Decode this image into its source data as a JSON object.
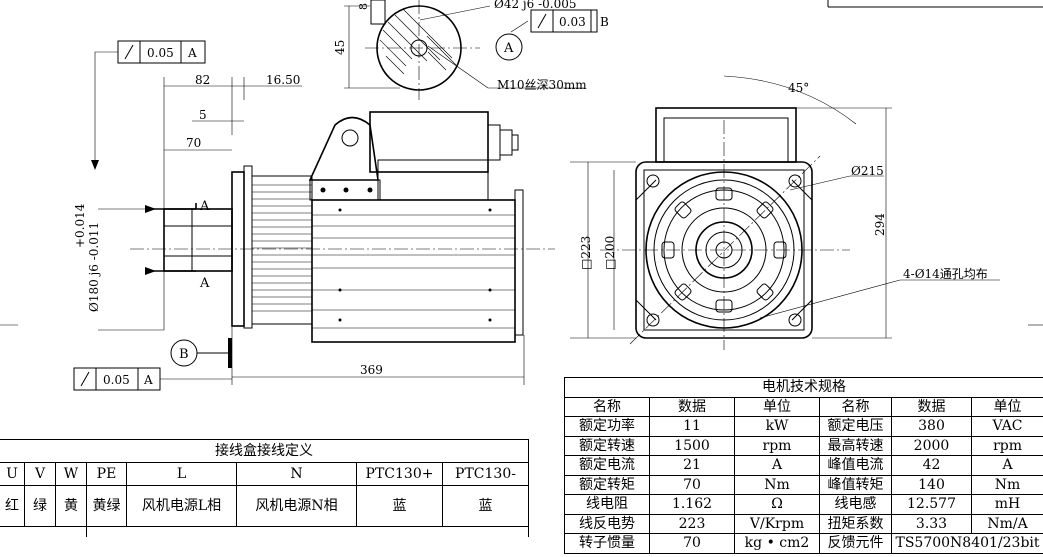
{
  "drawing": {
    "dims": {
      "d42": "Ø42  j6 -0.005",
      "len45": "45",
      "tap": "M10丝深30mm",
      "len82": "82",
      "len16_50": "16.50",
      "len5": "5",
      "len70": "70",
      "tol": "+0.014\n-0.011",
      "shaft": "Ø180  j6  -0.011",
      "tol_plus": "+0.014",
      "total_len": "369",
      "angle": "45°",
      "d215": "Ø215",
      "sq223": "□223",
      "sq200": "□200",
      "h294": "294",
      "holes": "4-Ø14通孔均布"
    },
    "datum_a": "A",
    "datum_b": "B",
    "section_a": "A",
    "tol_frame_top_right": {
      "value": "0.03",
      "datum": "B"
    },
    "tol_frame_left_top": {
      "value": "0.05",
      "datum": "A"
    },
    "tol_frame_left_bottom": {
      "value": "0.05",
      "datum": "A"
    },
    "small_8": "8"
  },
  "spec": {
    "title": "电机技术规格",
    "headers": [
      "名称",
      "数据",
      "单位",
      "名称",
      "数据",
      "单位"
    ],
    "rows": [
      [
        "额定功率",
        "11",
        "kW",
        "额定电压",
        "380",
        "VAC"
      ],
      [
        "额定转速",
        "1500",
        "rpm",
        "最高转速",
        "2000",
        "rpm"
      ],
      [
        "额定电流",
        "21",
        "A",
        "峰值电流",
        "42",
        "A"
      ],
      [
        "额定转矩",
        "70",
        "Nm",
        "峰值转矩",
        "140",
        "Nm"
      ],
      [
        "线电阻",
        "1.162",
        "Ω",
        "线电感",
        "12.577",
        "mH"
      ],
      [
        "线反电势",
        "223",
        "V/Krpm",
        "扭矩系数",
        "3.33",
        "Nm/A"
      ],
      [
        "转子惯量",
        "70",
        "kg • cm2",
        "反馈元件",
        "TS5700N8401/23bit",
        ""
      ]
    ]
  },
  "wiring": {
    "title": "接线盒接线定义",
    "headers": [
      "U",
      "V",
      "W",
      "PE",
      "L",
      "N",
      "PTC130+",
      "PTC130-"
    ],
    "values": [
      "红",
      "绿",
      "黄",
      "黄绿",
      "风机电源L相",
      "风机电源N相",
      "蓝",
      "蓝"
    ]
  }
}
